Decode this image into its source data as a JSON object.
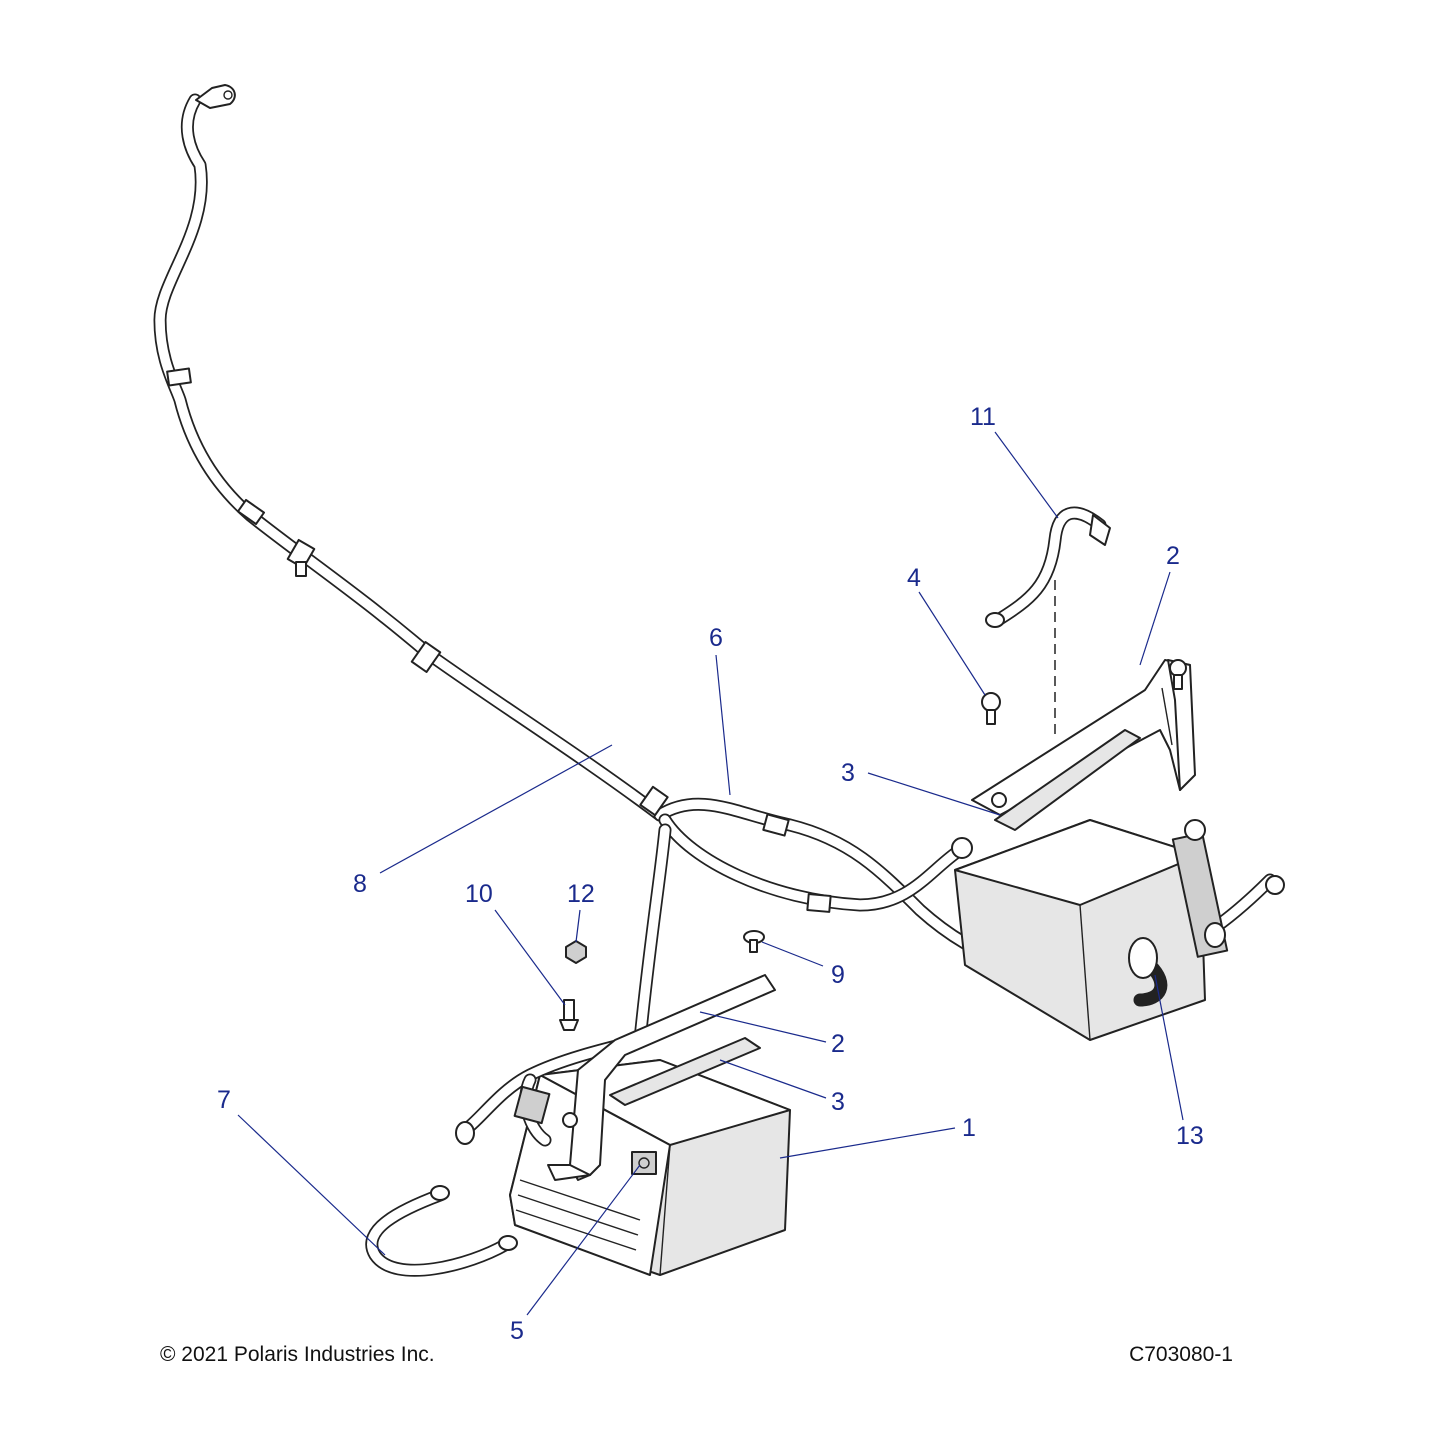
{
  "callouts": {
    "c1": "1",
    "c2a": "2",
    "c2b": "2",
    "c3a": "3",
    "c3b": "3",
    "c4": "4",
    "c5": "5",
    "c6": "6",
    "c7": "7",
    "c8": "8",
    "c9": "9",
    "c10": "10",
    "c11": "11",
    "c12": "12",
    "c13": "13"
  },
  "footer": {
    "copyright": "© 2021 Polaris Industries Inc.",
    "drawing_id": "C703080-1"
  }
}
